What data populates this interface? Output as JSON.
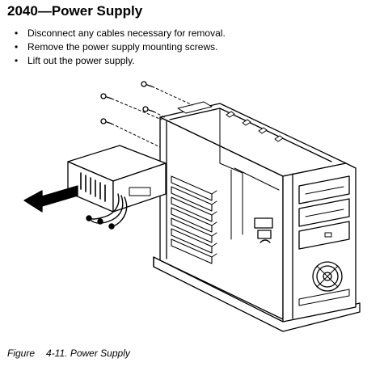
{
  "title": "2040—Power Supply",
  "steps": [
    "Disconnect any cables necessary for removal.",
    "Remove the power supply mounting screws.",
    "Lift out the power supply."
  ],
  "figure": {
    "label": "Figure",
    "number": "4-11.",
    "caption": "Power Supply"
  }
}
